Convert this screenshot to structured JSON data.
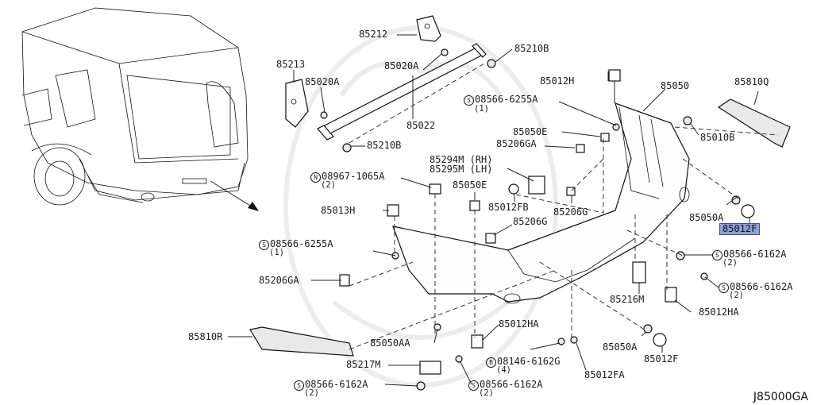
{
  "diagram_code": "J85000GA",
  "labels": {
    "p85212": "85212",
    "p85210b_top": "85210B",
    "p85020a_top": "85020A",
    "p85213": "85213",
    "p85020a_left": "85020A",
    "p85022": "85022",
    "p85210b_mid": "85210B",
    "p85012h": "85012H",
    "p85050": "85050",
    "p85810q": "85810Q",
    "s08566_6255a_top": "08566-6255A",
    "s08566_6255a_top_qty": "(1)",
    "p85050e_top": "85050E",
    "p85206ga_top": "85206GA",
    "p85010b": "85010B",
    "p85294m": "85294M (RH)",
    "p85295m": "85295M (LH)",
    "n08967_1065a": "08967-1065A",
    "n08967_1065a_qty": "(2)",
    "p85050e_mid": "85050E",
    "p85012fb": "85012FB",
    "p85206g_right": "85206G",
    "p85013h": "85013H",
    "p85206g_mid": "85206G",
    "p85050a_right": "85050A",
    "p85012f_sel": "85012F",
    "s08566_6255a_left": "08566-6255A",
    "s08566_6255a_left_qty": "(1)",
    "s08566_6162a_r1": "08566-6162A",
    "s08566_6162a_r1_qty": "(2)",
    "s08566_6162a_r2": "08566-6162A",
    "s08566_6162a_r2_qty": "(2)",
    "p85206ga_left": "85206GA",
    "p85216m": "85216M",
    "p85012ha_right": "85012HA",
    "p85810r": "85810R",
    "p85012ha_mid": "85012HA",
    "p85050aa": "85050AA",
    "p85050a_bottom": "85050A",
    "p85217m": "85217M",
    "b08146_6162g": "08146-6162G",
    "b08146_6162g_qty": "(4)",
    "p85012f_bottom": "85012F",
    "p85012fa": "85012FA",
    "s08566_6162a_b1": "08566-6162A",
    "s08566_6162a_b1_qty": "(2)",
    "s08566_6162a_b2": "08566-6162A",
    "s08566_6162a_b2_qty": "(2)"
  },
  "prefix_symbols": {
    "screw": "S",
    "nut": "N",
    "bolt": "B"
  },
  "icons": [
    "vehicle-rear-view",
    "arrow-icon",
    "bumper-fascia",
    "reinforcement-beam",
    "bracket-part",
    "bolt-icon",
    "clip-icon",
    "reflector-part"
  ]
}
